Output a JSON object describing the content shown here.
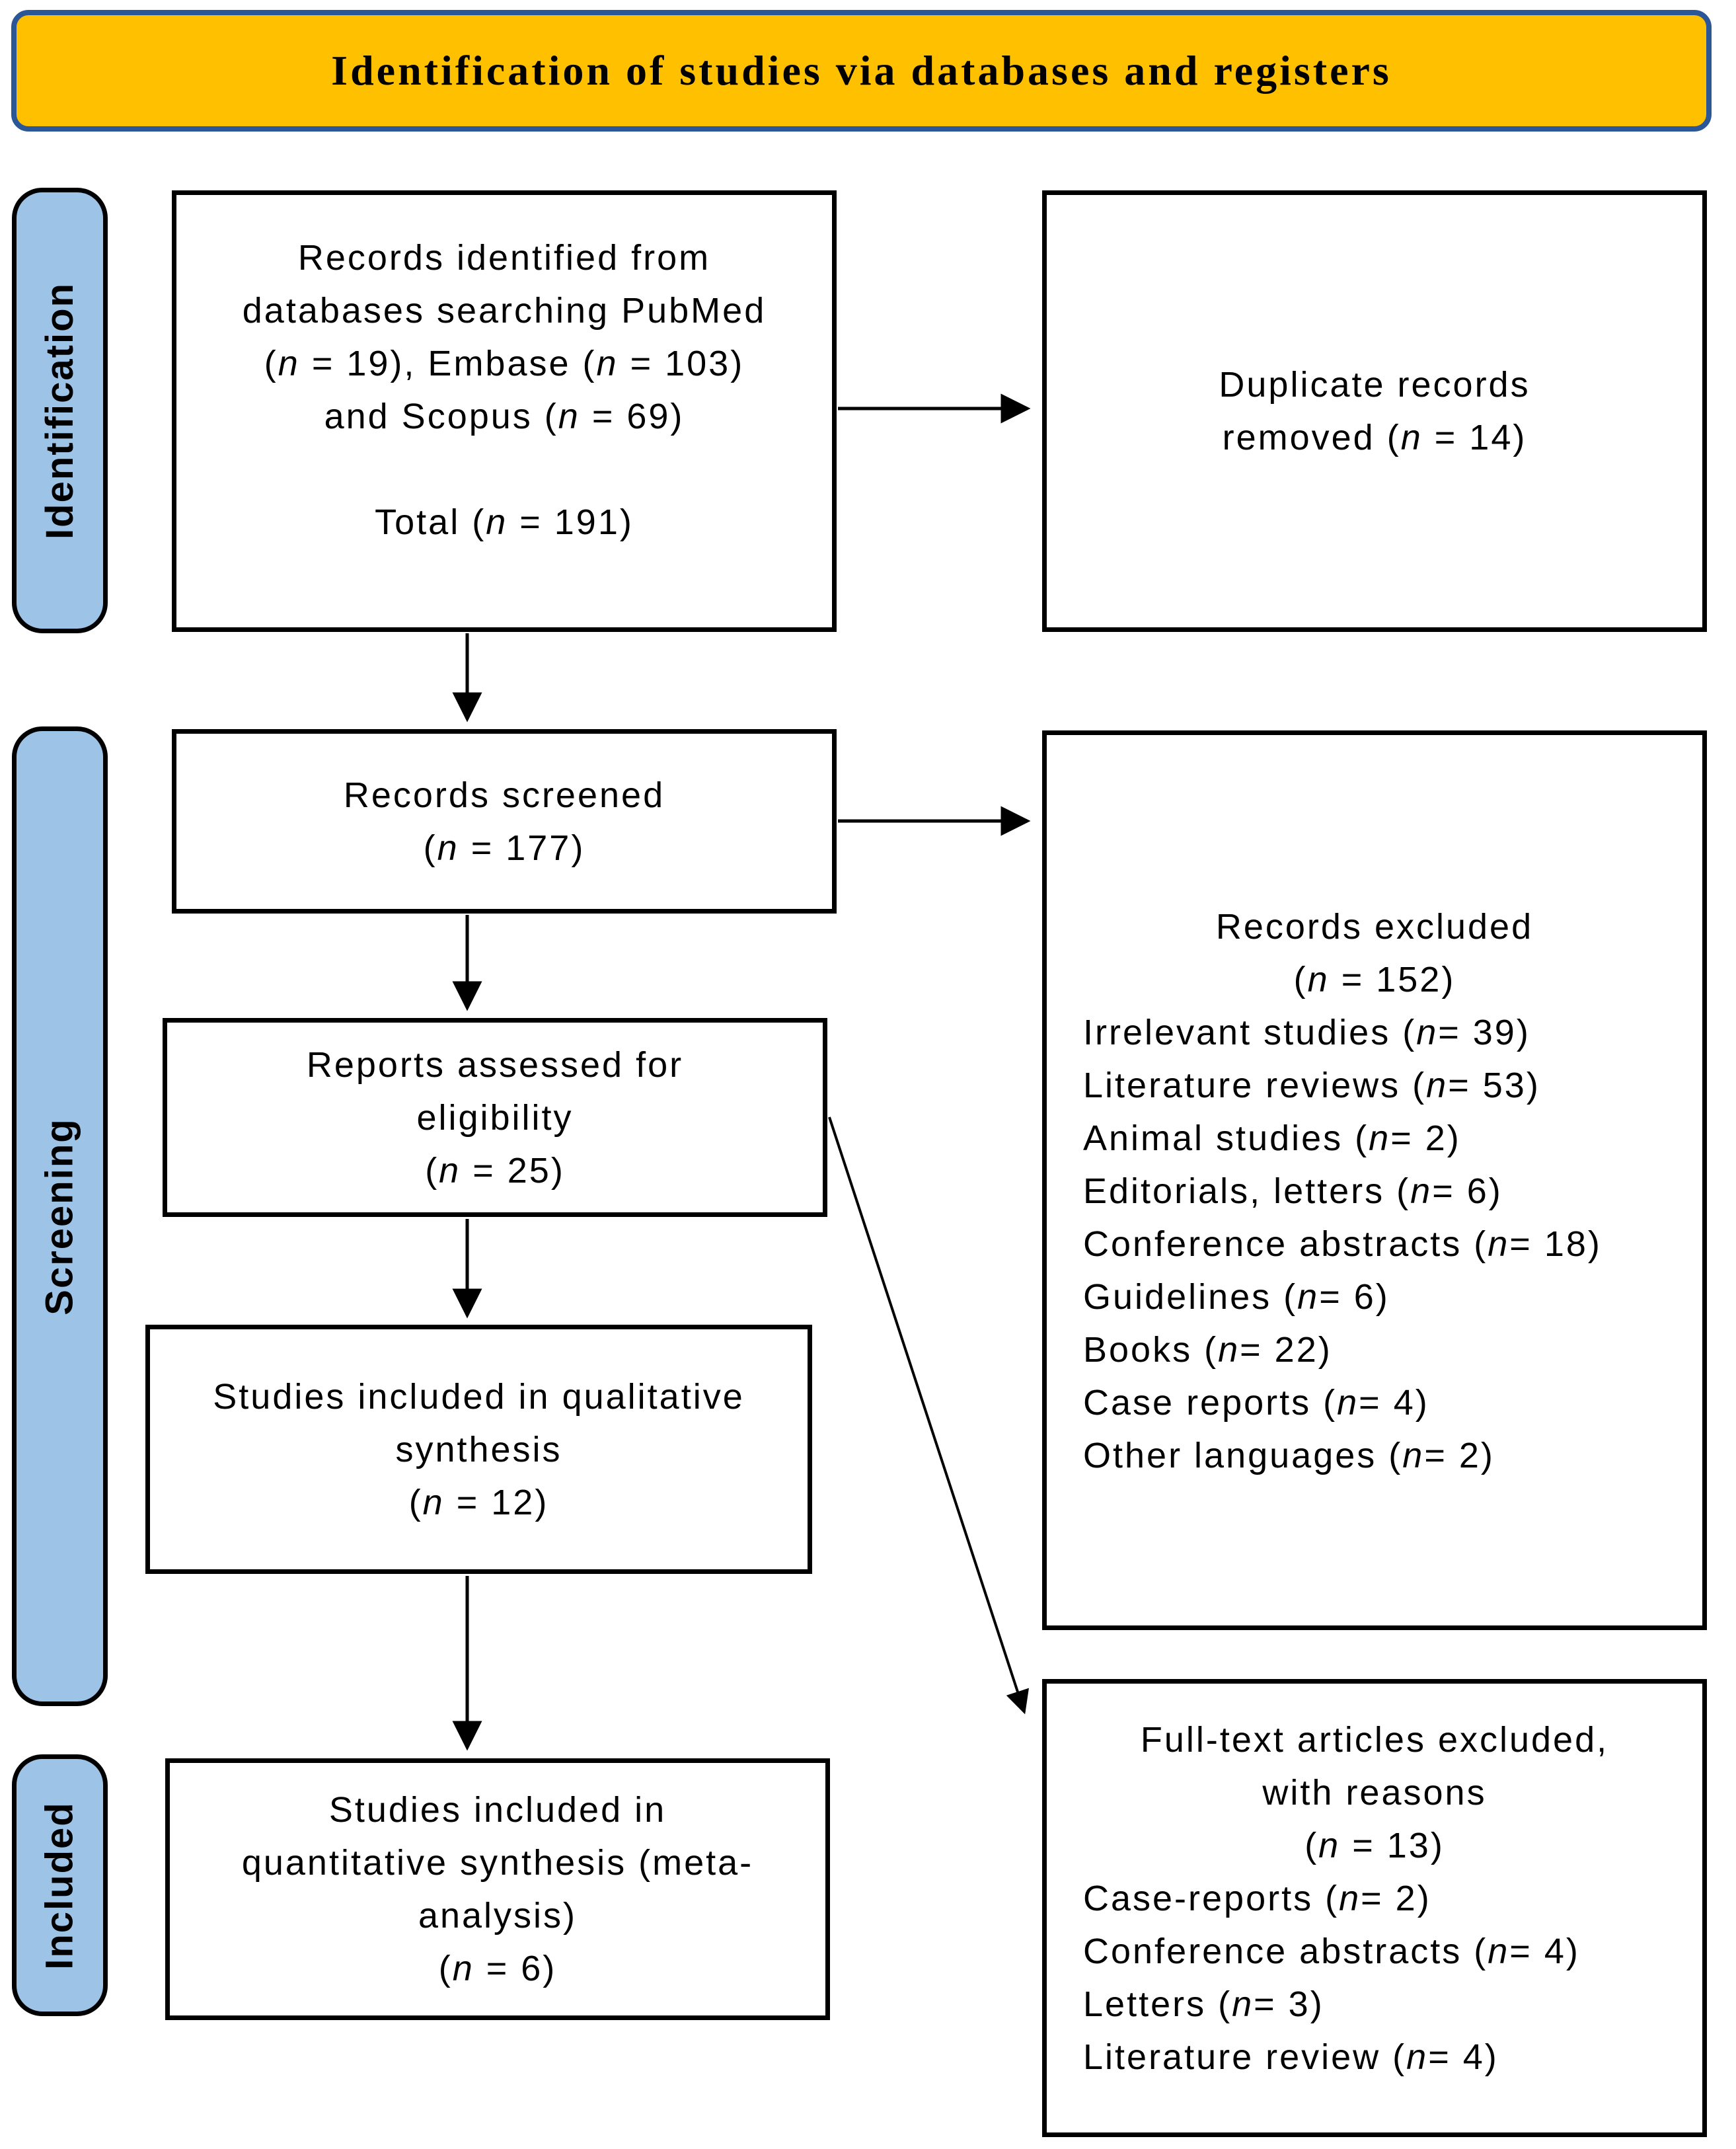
{
  "banner": {
    "title": "Identification of studies via databases and registers"
  },
  "sidebar": {
    "identification": "Identification",
    "screening": "Screening",
    "included": "Included"
  },
  "boxes": {
    "records_identified": {
      "para1": [
        "Records identified from",
        "databases searching PubMed",
        "(n = 19), Embase (n = 103)",
        "and Scopus (n = 69)"
      ],
      "para2": [
        "Total (n = 191)"
      ]
    },
    "duplicates": {
      "lines": [
        "Duplicate records",
        "removed (n = 14)"
      ]
    },
    "screened": {
      "lines": [
        "Records screened",
        "(n = 177)"
      ]
    },
    "assessed": {
      "lines": [
        "Reports assessed for",
        "eligibility",
        "(n = 25)"
      ]
    },
    "qualitative": {
      "lines": [
        "Studies included in qualitative",
        "synthesis",
        "(n = 12)"
      ]
    },
    "quantitative": {
      "lines": [
        "Studies included in",
        "quantitative synthesis (meta-",
        "analysis)",
        "(n = 6)"
      ]
    },
    "excluded": {
      "heading": [
        "Records excluded",
        "(n = 152)"
      ],
      "items": [
        "Irrelevant studies (n= 39)",
        "Literature reviews (n= 53)",
        "Animal studies (n= 2)",
        "Editorials, letters (n= 6)",
        "Conference abstracts (n= 18)",
        "Guidelines (n= 6)",
        "Books (n= 22)",
        "Case reports (n= 4)",
        "Other languages (n= 2)"
      ]
    },
    "fulltext_excluded": {
      "heading": [
        "Full-text articles excluded,",
        "with reasons",
        "(n = 13)"
      ],
      "items": [
        "Case-reports (n= 2)",
        "Conference abstracts (n= 4)",
        "Letters (n= 3)",
        "Literature review (n= 4)"
      ]
    }
  },
  "colors": {
    "banner_fill": "#FFC000",
    "banner_border": "#2B5797",
    "sidebar_fill": "#9DC3E6",
    "box_border": "#000000",
    "arrow": "#000000"
  }
}
